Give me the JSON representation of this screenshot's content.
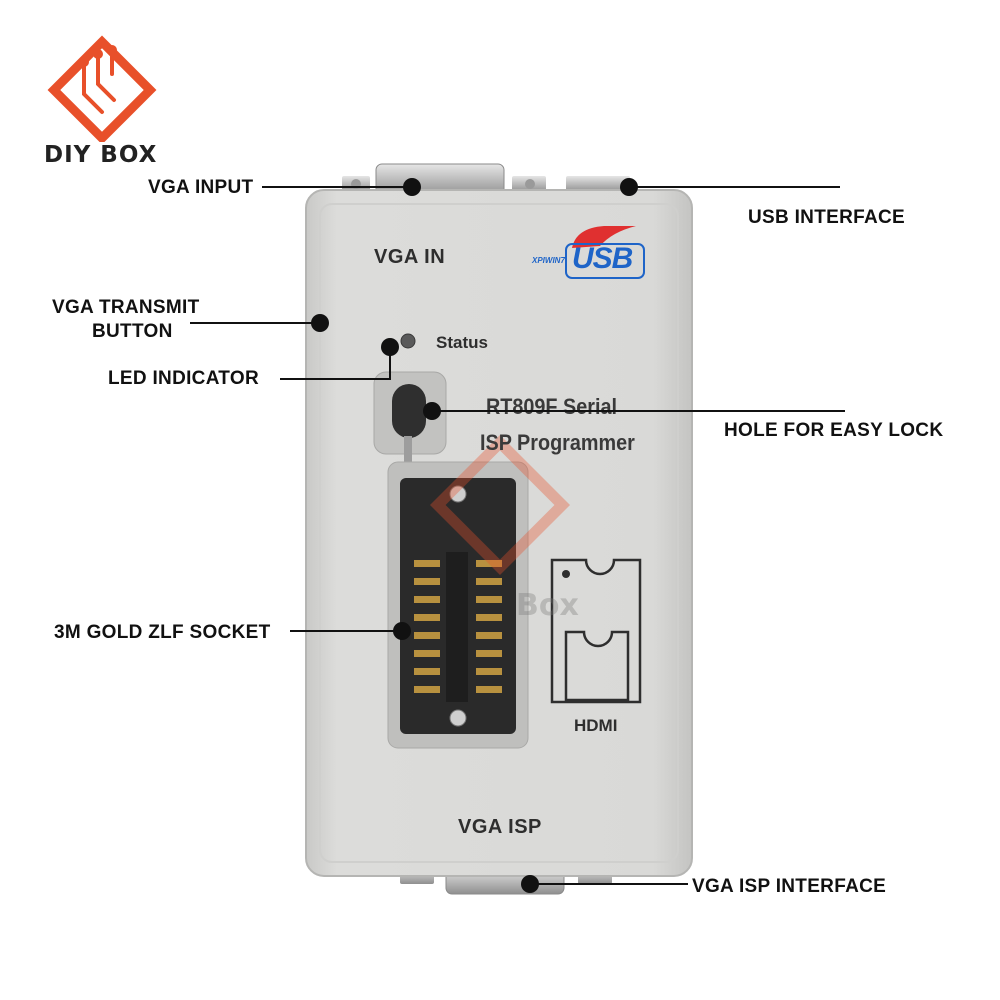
{
  "brand": {
    "name": "DIY BOX"
  },
  "device": {
    "labels": {
      "vga_in": "VGA IN",
      "status": "Status",
      "title_line1": "RT809F Serial",
      "title_line2": "ISP Programmer",
      "hdmi": "HDMI",
      "vga_isp": "VGA ISP",
      "usb_logo": "USB",
      "usb_sub": "XPIWIN7"
    },
    "watermark": "Box",
    "colors": {
      "body": "#d8d8d6",
      "accent": "#e8502a",
      "usb_blue": "#1e64c8"
    }
  },
  "callouts": {
    "vga_input": "VGA INPUT",
    "usb_interface": "USB INTERFACE",
    "vga_transmit_1": "VGA TRANSMIT",
    "vga_transmit_2": "BUTTON",
    "led_indicator": "LED INDICATOR",
    "hole_easy_lock": "HOLE FOR EASY LOCK",
    "zlf_socket": "3M GOLD ZLF SOCKET",
    "vga_isp_interface": "VGA ISP INTERFACE"
  }
}
